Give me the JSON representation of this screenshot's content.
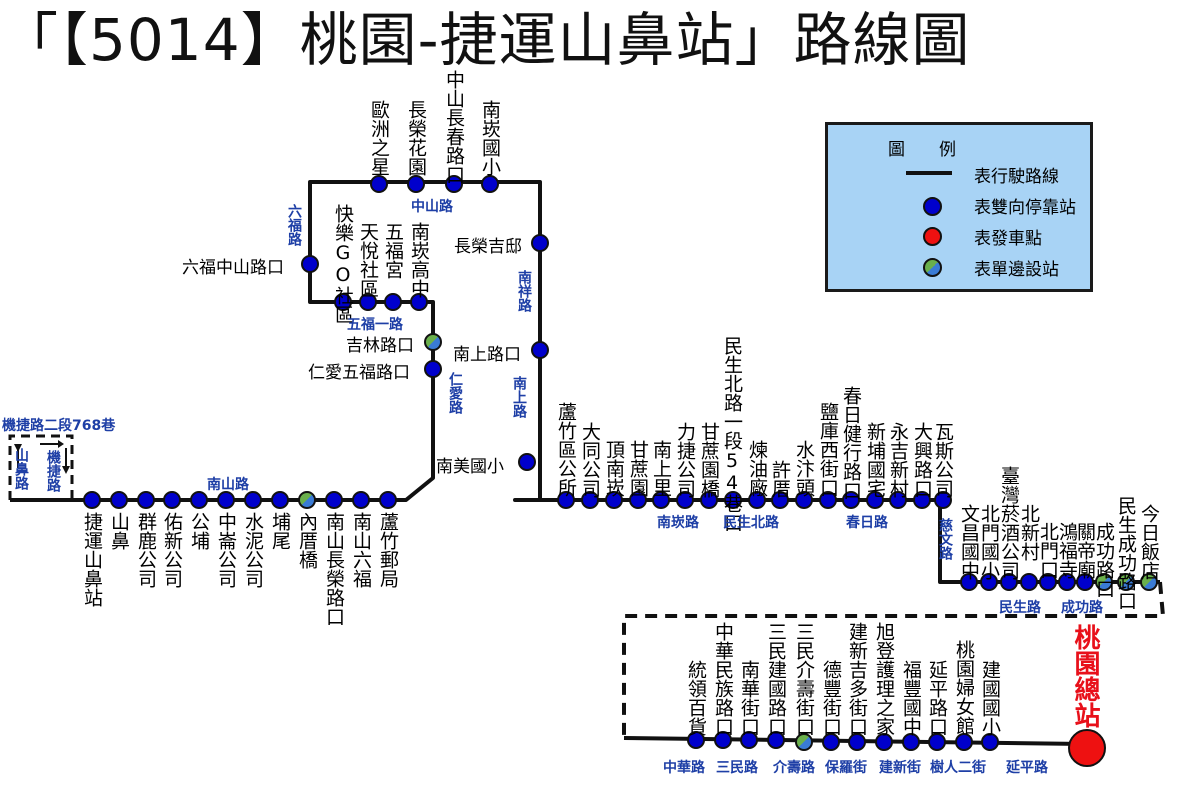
{
  "title": "「【5014】桃園-捷運山鼻站」路線圖",
  "legend": {
    "heading": "圖　　例",
    "route_line": "表行駛路線",
    "bidirectional": "表雙向停靠站",
    "terminal": "表發車點",
    "single_side": "表單邊設站"
  },
  "colors": {
    "line": "#111111",
    "stop": "#0000cc",
    "terminal": "#e00000",
    "single": "#4fb06a"
  },
  "stops": {
    "s1": "捷運山鼻站",
    "s2": "山鼻",
    "s3": "群鹿公司",
    "s4": "佑新公司",
    "s5": "公埔",
    "s6": "中崙公司",
    "s7": "水泥公司",
    "s8": "埔尾",
    "s9": "內厝橋",
    "s10": "南山長榮路口",
    "s11": "南山六福",
    "s12": "蘆竹郵局",
    "s13": "仁愛五福路口",
    "s14": "吉林路口",
    "s15": "快樂GO社區",
    "s16": "天悅社區",
    "s17": "五福宮",
    "s18": "南崁高中",
    "s19": "六福中山路口",
    "s20": "歐洲之星",
    "s21": "長榮花園",
    "s22": "中山長春路口",
    "s23": "南崁國小",
    "s24": "長榮吉邸",
    "s25": "南上路口",
    "s26": "南美國小",
    "s27": "蘆竹區公所",
    "s28": "大同公司",
    "s29": "頂南崁",
    "s30": "甘蔗園",
    "s31": "南上里",
    "s32": "力捷公司",
    "s33": "甘蔗園橋",
    "s34": "民生北路一段54巷口",
    "s35": "煉油廠",
    "s36": "許厝",
    "s37": "水汴頭",
    "s38": "鹽庫西街口",
    "s39": "春日健行路口",
    "s40": "新埔國宅",
    "s41": "永吉新村",
    "s42": "大興路口",
    "s43": "瓦斯公司",
    "s44": "文昌國中",
    "s45": "北門國小",
    "s46": "臺灣菸酒公司",
    "s47": "北新村",
    "s48": "北門口",
    "s49": "鴻福寺",
    "s50": "關帝廟",
    "s51": "成功路口",
    "s52": "民生成功路口",
    "s53": "今日飯店",
    "s54": "統領百貨",
    "s55": "中華民族路口",
    "s56": "南華街口",
    "s57": "三民建國路口",
    "s58": "三民介壽街口",
    "s59": "德豐街口",
    "s60": "建新吉多街口",
    "s61": "旭登護理之家",
    "s62": "福豐國中",
    "s63": "延平路口",
    "s64": "桃園婦女館",
    "s65": "建國國小",
    "terminal": "桃園總站"
  },
  "roads": {
    "r1": "機捷路二段768巷",
    "r2": "山鼻路",
    "r3": "機捷路",
    "r4": "南山路",
    "r5": "六福路",
    "r6": "中山路",
    "r7": "五福一路",
    "r8": "仁愛路",
    "r9": "南祥路",
    "r10": "南上路",
    "r11": "南崁路",
    "r12": "民生北路",
    "r13": "春日路",
    "r14": "慈文路",
    "r15": "民生路",
    "r16": "成功路",
    "r17": "中華路",
    "r18": "三民路",
    "r19": "介壽路",
    "r20": "保羅街",
    "r21": "建新街",
    "r22": "樹人二街",
    "r23": "延平路"
  }
}
